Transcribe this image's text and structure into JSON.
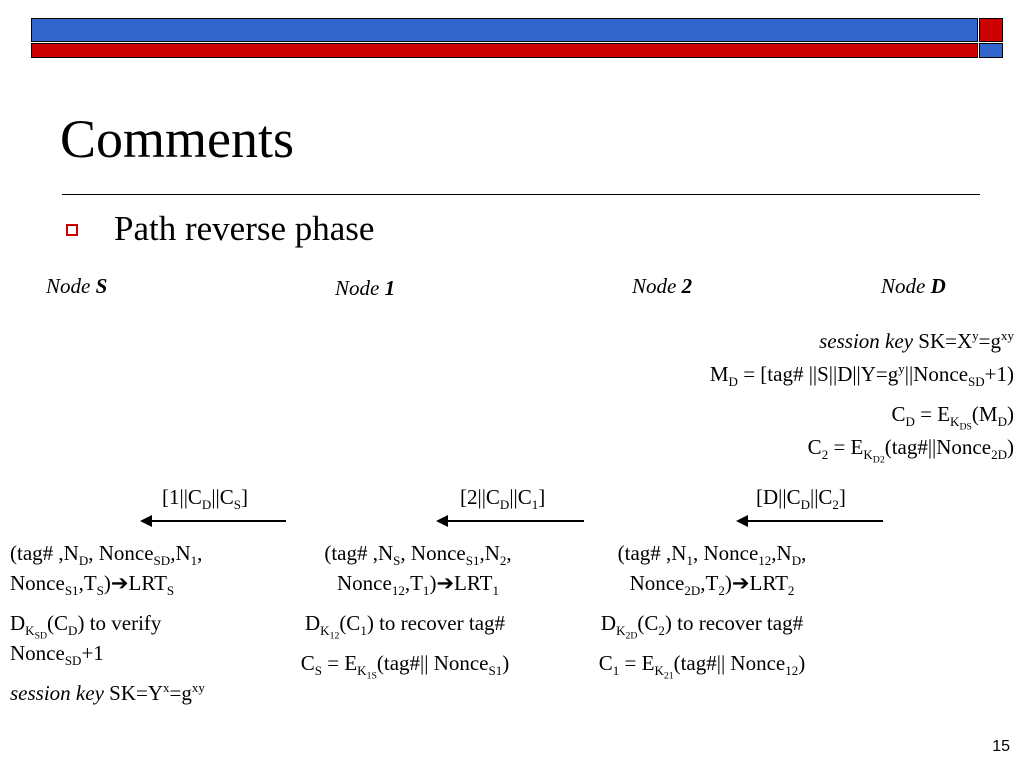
{
  "slide": {
    "title": "Comments",
    "bullet": "Path reverse phase",
    "page_number": "15"
  },
  "nodes": {
    "s": {
      "prefix": "Node",
      "id": "S"
    },
    "one": {
      "prefix": "Node",
      "id": "1"
    },
    "two": {
      "prefix": "Node",
      "id": "2"
    },
    "d": {
      "prefix": "Node",
      "id": "D"
    }
  },
  "node_d": {
    "session_key_label": "session key",
    "session_key_prefix": "SK=X",
    "session_key_sup1": "y",
    "session_key_mid": "=g",
    "session_key_sup2": "xy",
    "md_main": "M",
    "md_sub": "D",
    "md_a": " = [tag# ||S||D||Y=g",
    "md_sup": "y",
    "md_b": "||Nonce",
    "md_sub2": "SD",
    "md_c": "+1)",
    "cd": {
      "a": "C",
      "sub": "D",
      "b": " = E",
      "k": "K",
      "k_sub": "DS",
      "c": "(M",
      "sub2": "D",
      "d": ")"
    },
    "c2": {
      "a": "C",
      "sub": "2",
      "b": " = E",
      "k": "K",
      "k_sub": "D2",
      "c": "(tag#||Nonce",
      "sub2": "2D",
      "d": ")"
    }
  },
  "messages": {
    "m1": {
      "a": "[1||C",
      "sub1": "D",
      "b": "||C",
      "sub2": "S",
      "c": "]"
    },
    "m2": {
      "a": "[2||C",
      "sub1": "D",
      "b": "||C",
      "sub2": "1",
      "c": "]"
    },
    "m3": {
      "a": "[D||C",
      "sub1": "D",
      "b": "||C",
      "sub2": "2",
      "c": "]"
    }
  },
  "col_s": {
    "lrt_l1": {
      "a": "(tag# ,N",
      "s1": "D",
      "b": ", Nonce",
      "s2": "SD",
      "c": ",N",
      "s3": "1",
      "d": ","
    },
    "lrt_l2": {
      "a": "Nonce",
      "s1": "S1",
      "b": ",T",
      "s2": "S",
      "c": ")",
      "arrow": "➔",
      "d": "LRT",
      "s3": "S"
    },
    "verify_l1": {
      "a": "D",
      "k": "K",
      "k_sub": "SD",
      "b": "(C",
      "s1": "D",
      "c": ") to verify"
    },
    "verify_l2": {
      "a": "Nonce",
      "s1": "SD",
      "b": "+1"
    },
    "session_key_label": "session key",
    "session_key": {
      "a": "SK=Y",
      "sup1": "x",
      "b": "=g",
      "sup2": "xy"
    }
  },
  "col_1": {
    "lrt_l1": {
      "a": "(tag# ,N",
      "s1": "S",
      "b": ", Nonce",
      "s2": "S1",
      "c": ",N",
      "s3": "2",
      "d": ","
    },
    "lrt_l2": {
      "a": "Nonce",
      "s1": "12",
      "b": ",T",
      "s2": "1",
      "c": ")",
      "arrow": "➔",
      "d": "LRT",
      "s3": "1"
    },
    "recover": {
      "a": "D",
      "k": "K",
      "k_sub": "12",
      "b": "(C",
      "s1": "1",
      "c": ") to recover tag#"
    },
    "cs": {
      "a": "C",
      "s1": "S",
      "b": " = E",
      "k": "K",
      "k_sub": "1S",
      "c": "(tag#|| Nonce",
      "s2": "S1",
      "d": ")"
    }
  },
  "col_2": {
    "lrt_l1": {
      "a": "(tag# ,N",
      "s1": "1",
      "b": ", Nonce",
      "s2": "12",
      "c": ",N",
      "s3": "D",
      "d": ","
    },
    "lrt_l2": {
      "a": "Nonce",
      "s1": "2D",
      "b": ",T",
      "s2": "2",
      "c": ")",
      "arrow": "➔",
      "d": "LRT",
      "s3": "2"
    },
    "recover": {
      "a": "D",
      "k": "K",
      "k_sub": "2D",
      "b": "(C",
      "s1": "2",
      "c": ") to recover tag#"
    },
    "c1": {
      "a": "C",
      "s1": "1",
      "b": " = E",
      "k": "K",
      "k_sub": "21",
      "c": "(tag#|| Nonce",
      "s2": "12",
      "d": ")"
    }
  },
  "colors": {
    "accent_blue": "#3366cc",
    "accent_red": "#cc0000"
  }
}
